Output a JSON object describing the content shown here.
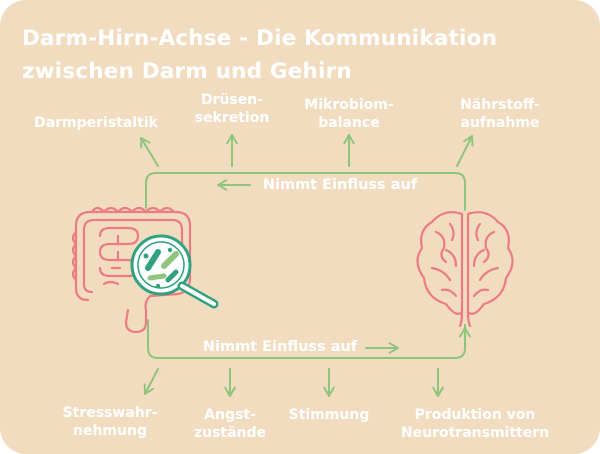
{
  "title": {
    "line1": "Darm-Hirn-Achse - Die Kommunikation",
    "line2": "zwischen Darm und Gehirn"
  },
  "top_labels": [
    {
      "lines": [
        "Darmperistaltik"
      ]
    },
    {
      "lines": [
        "Drüsen-",
        "sekretion"
      ]
    },
    {
      "lines": [
        "Mikrobiom-",
        "balance"
      ]
    },
    {
      "lines": [
        "Nährstoff-",
        "aufnahme"
      ]
    }
  ],
  "bottom_labels": [
    {
      "lines": [
        "Stresswahr-",
        "nehmung"
      ]
    },
    {
      "lines": [
        "Angst-",
        "zustände"
      ]
    },
    {
      "lines": [
        "Stimmung"
      ]
    },
    {
      "lines": [
        "Produktion von",
        "Neurotransmittern"
      ]
    }
  ],
  "flows": {
    "top": "Nimmt Einfluss auf",
    "bottom": "Nimmt Einfluss auf"
  },
  "colors": {
    "background": "#f2dcc0",
    "text": "#ffffff",
    "arrow": "#8ec47c",
    "organ": "#ec7b82",
    "magnifier": "#2fa27f"
  },
  "icons": [
    "intestine-icon",
    "magnifier-bacteria-icon",
    "brain-icon"
  ]
}
